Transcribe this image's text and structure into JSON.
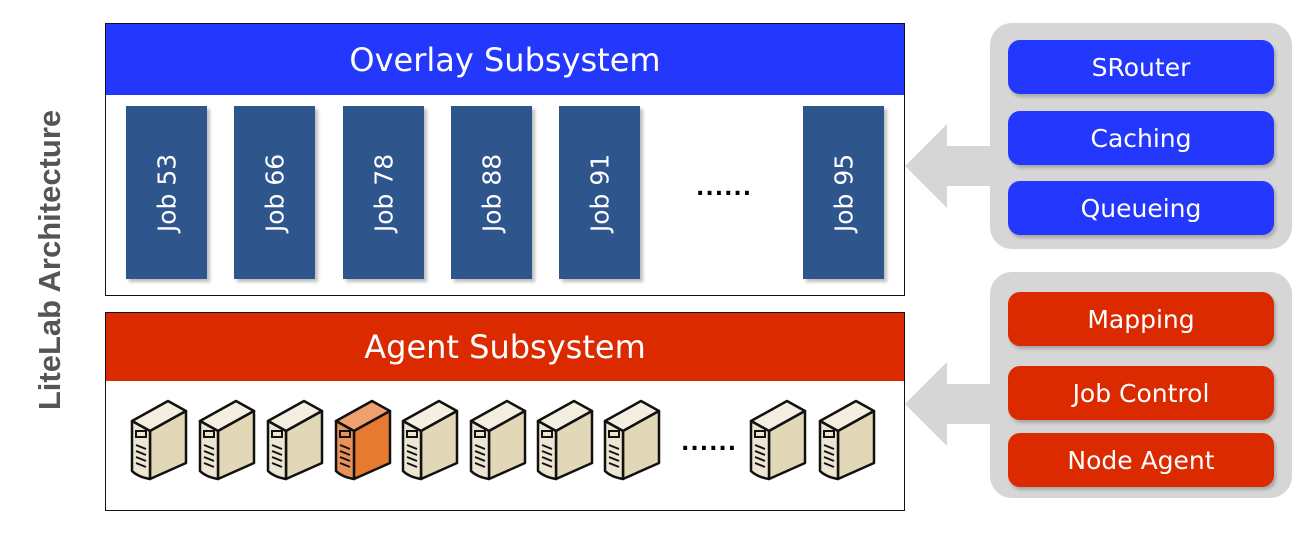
{
  "title": "LiteLab Architecture",
  "overlay": {
    "label": "Overlay Subsystem",
    "color": "#2338fc",
    "jobs": [
      "Job 53",
      "Job 66",
      "Job 78",
      "Job 88",
      "Job 91",
      "Job 95"
    ],
    "ellipsis": "......"
  },
  "agent": {
    "label": "Agent Subsystem",
    "color": "#dc2a00",
    "servers": [
      {
        "state": "normal"
      },
      {
        "state": "normal"
      },
      {
        "state": "normal"
      },
      {
        "state": "highlighted"
      },
      {
        "state": "normal"
      },
      {
        "state": "normal"
      },
      {
        "state": "normal"
      },
      {
        "state": "normal"
      },
      {
        "state": "normal"
      },
      {
        "state": "normal"
      }
    ],
    "ellipsis": "......"
  },
  "overlay_components": [
    "SRouter",
    "Caching",
    "Queueing"
  ],
  "agent_components": [
    "Mapping",
    "Job Control",
    "Node Agent"
  ],
  "icons": {
    "server": "server-icon",
    "arrow": "arrow-left-icon"
  }
}
